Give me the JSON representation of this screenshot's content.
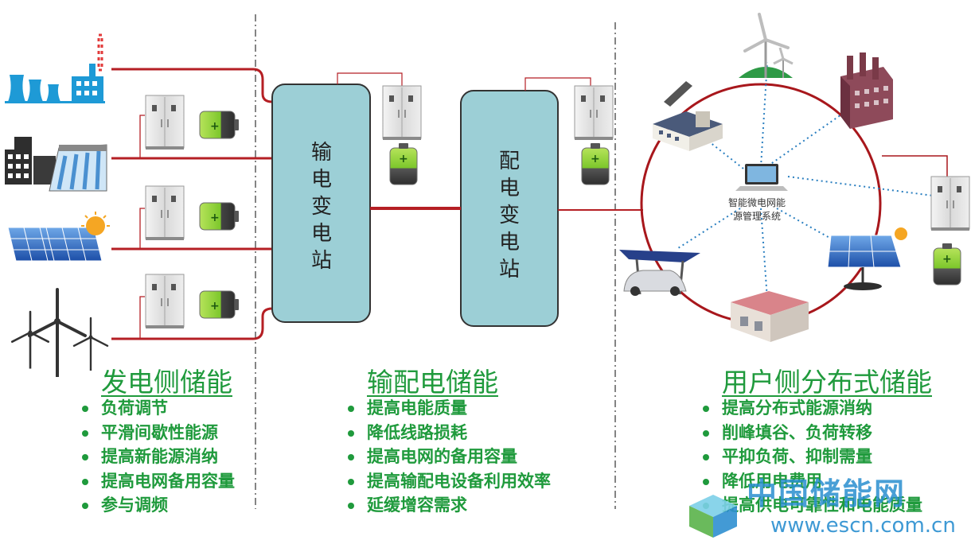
{
  "stations": {
    "transmission": "输电变电站",
    "distribution": "配电变电站"
  },
  "microgrid_label": "智能微电网能源管理系统",
  "sections": [
    {
      "title": "发电侧储能",
      "bullets": [
        "负荷调节",
        "平滑间歇性能源",
        "提高新能源消纳",
        "提高电网备用容量",
        "参与调频"
      ]
    },
    {
      "title": "输配电储能",
      "bullets": [
        "提高电能质量",
        "降低线路损耗",
        "提高电网的备用容量",
        "提高输配电设备利用效率",
        "延缓增容需求"
      ]
    },
    {
      "title": "用户侧分布式储能",
      "bullets": [
        "提高分布式能源消纳",
        "削峰填谷、负荷转移",
        "平抑负荷、抑制需量",
        "降低用电费用",
        "提高供电可靠性和电能质量"
      ]
    }
  ],
  "watermark": {
    "name": "中国储能网",
    "url": "www.escn.com.cn"
  },
  "icons": {
    "generation": [
      "power-plant-icon",
      "hydro-dam-icon",
      "solar-panel-icon",
      "wind-turbine-icon"
    ],
    "microgrid": [
      "wind-turbine-icon",
      "factory-icon",
      "cabinet-icon",
      "solar-panel-icon",
      "warehouse-icon",
      "ev-carport-icon",
      "coal-plant-icon",
      "laptop-icon"
    ]
  },
  "colors": {
    "line": "#b51f24",
    "station_fill": "#9ccfd6",
    "title_green": "#1f9a3c",
    "ring": "#a8171c",
    "dotted": "#2a7fc0",
    "watermark": "#2a8fd0"
  }
}
